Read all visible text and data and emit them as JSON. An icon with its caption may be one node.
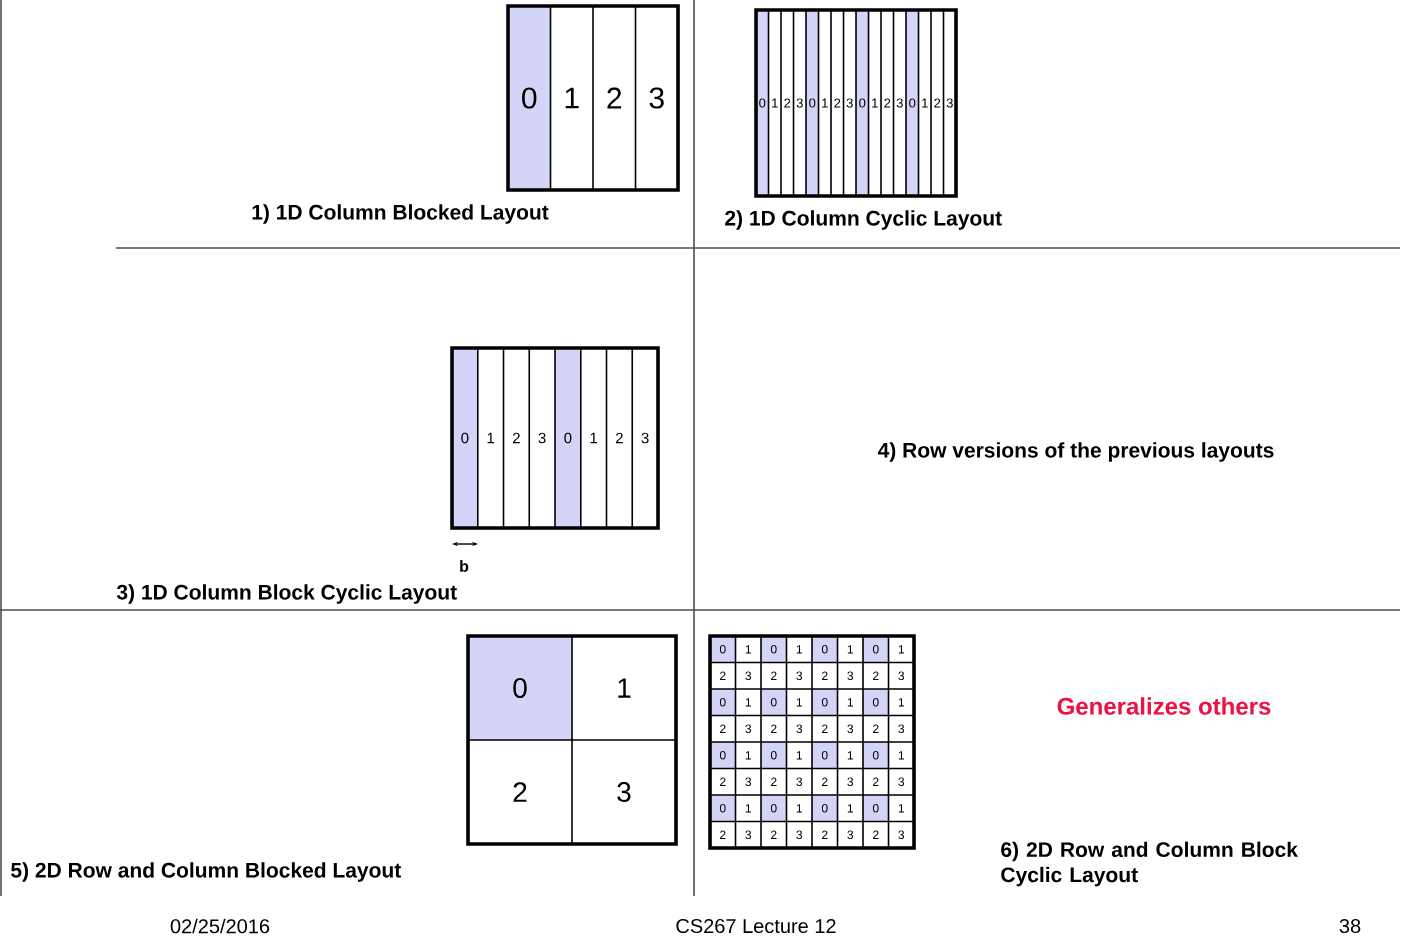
{
  "diagram": {
    "labels": [
      "0",
      "1",
      "2",
      "3",
      "1) 1D Column Blocked Layout",
      "0",
      "1",
      "2",
      "3",
      "0",
      "1",
      "2",
      "3",
      "0",
      "1",
      "2",
      "3",
      "0",
      "1",
      "2",
      "3",
      "2) 1D Column Cyclic Layout",
      "0",
      "1",
      "2",
      "3",
      "0",
      "1",
      "2",
      "3",
      "b",
      "3) 1D Column Block Cyclic Layout",
      "4) Row versions of the previous layouts",
      "0",
      "1",
      "2",
      "3",
      "5) 2D Row and Column Blocked Layout",
      "0",
      "1",
      "0",
      "1",
      "0",
      "1",
      "0",
      "1",
      "2",
      "3",
      "2",
      "3",
      "2",
      "3",
      "2",
      "3",
      "0",
      "1",
      "0",
      "1",
      "0",
      "1",
      "0",
      "1",
      "2",
      "3",
      "2",
      "3",
      "2",
      "3",
      "2",
      "3",
      "0",
      "1",
      "0",
      "1",
      "0",
      "1",
      "0",
      "1",
      "2",
      "3",
      "2",
      "3",
      "2",
      "3",
      "2",
      "3",
      "0",
      "1",
      "0",
      "1",
      "0",
      "1",
      "0",
      "1",
      "2",
      "3",
      "2",
      "3",
      "2",
      "3",
      "2",
      "3",
      "Generalizes others",
      "6) 2D Row and Column Block Cyclic Layout",
      "02/25/2016",
      "CS267 Lecture 12",
      "38"
    ]
  }
}
